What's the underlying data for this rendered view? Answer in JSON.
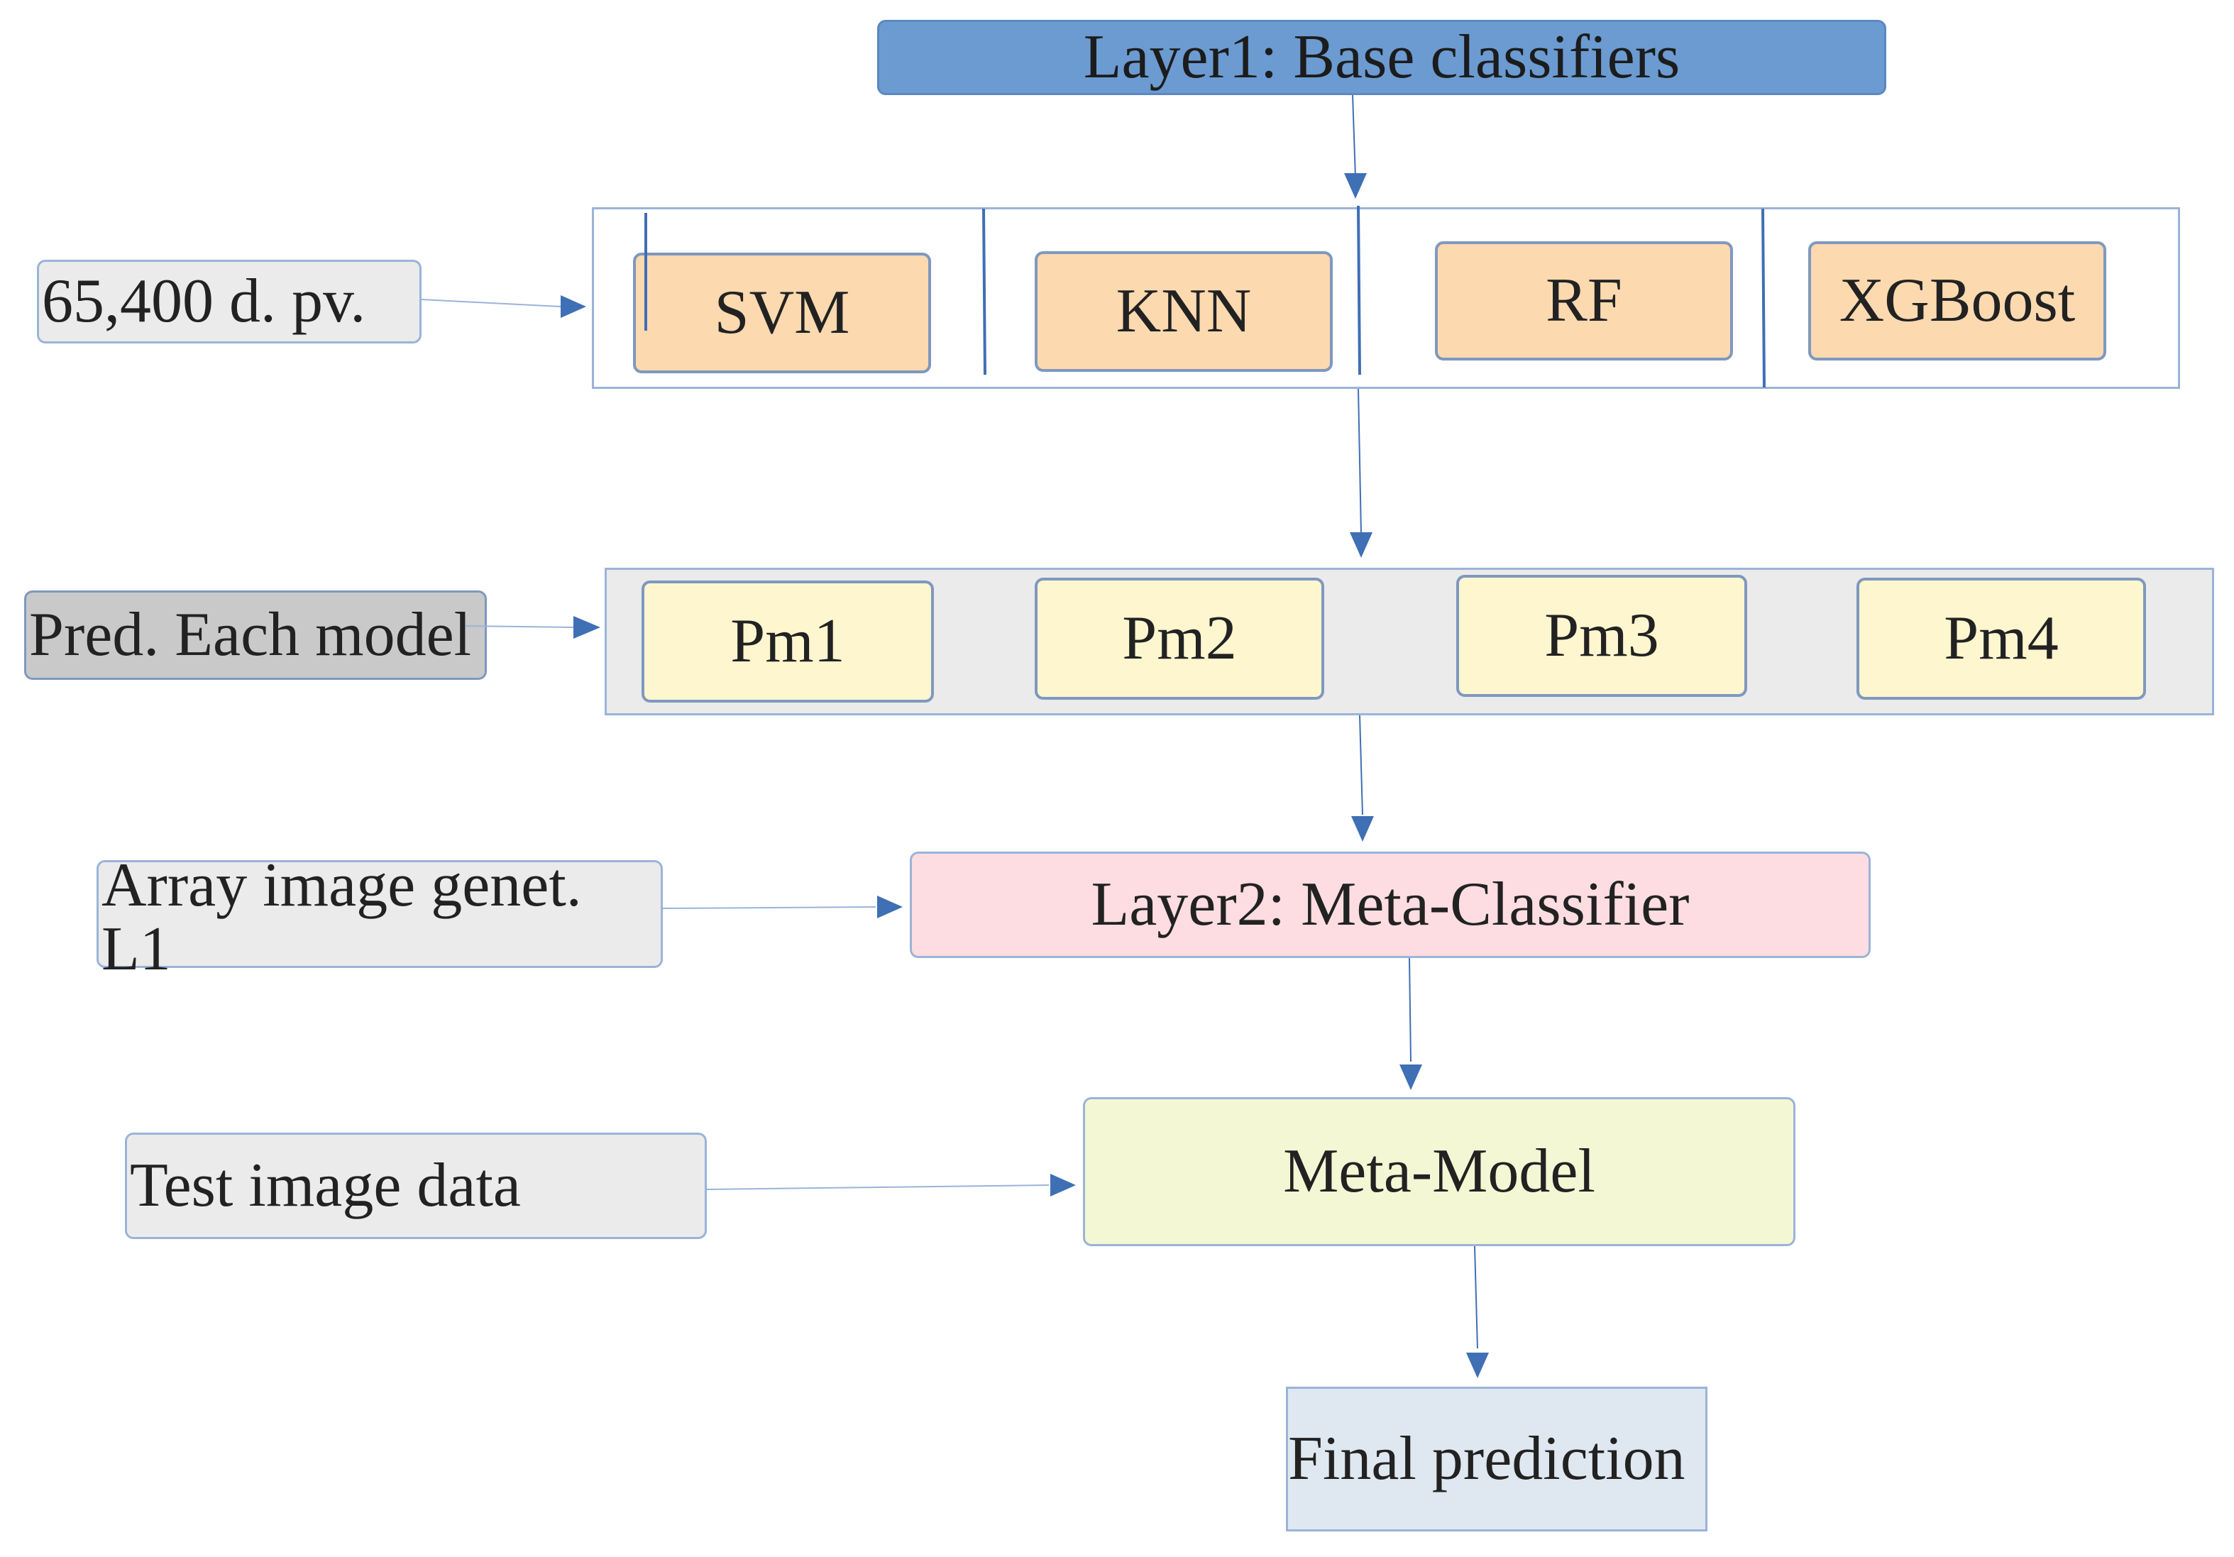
{
  "layer1": {
    "title": "Layer1: Base classifiers"
  },
  "classifiers": [
    "SVM",
    "KNN",
    "RF",
    "XGBoost"
  ],
  "predictions": [
    "Pm1",
    "Pm2",
    "Pm3",
    "Pm4"
  ],
  "inputs": {
    "data_points": "65,400 d. pv.",
    "pred_each_model": "Pred. Each model",
    "array_image": "Array image genet. L1",
    "test_image": "Test image data"
  },
  "layer2": {
    "title": "Layer2: Meta-Classifier"
  },
  "meta_model": {
    "label": "Meta-Model"
  },
  "final": {
    "label": "Final prediction"
  },
  "colors": {
    "layer1_fill": "#6b9bd1",
    "classifier_fill": "#fdd9b0",
    "prediction_fill": "#fef6cf",
    "layer2_fill": "#fddde2",
    "meta_model_fill": "#f4f7d4",
    "final_fill": "#dfe7f0",
    "input_fill": "#ebebeb",
    "pred_input_fill": "#c9c9c9",
    "border": "#6e8fc2",
    "arrow": "#3f6fb5"
  }
}
